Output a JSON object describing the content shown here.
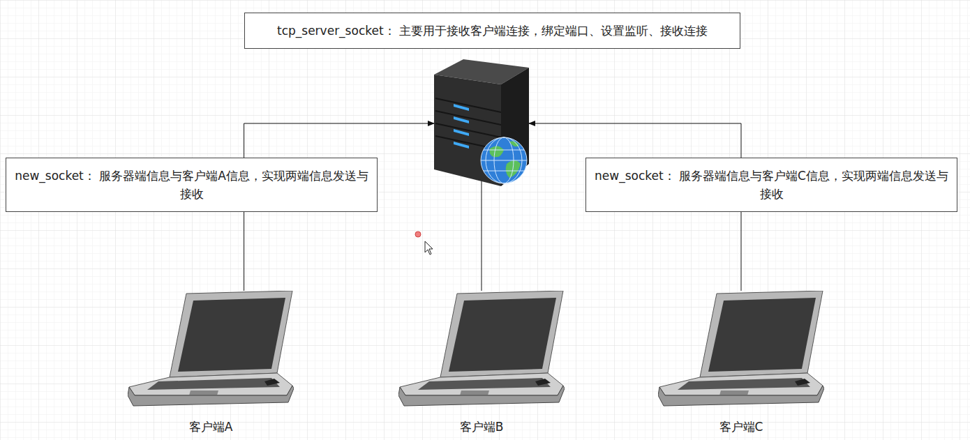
{
  "diagram": {
    "nodes": [
      {
        "text": [
          "tcp_server_socket： 主要用于接收客户端连接，绑定端口、设置监听、接收连接"
        ]
      },
      {
        "text": [
          "客户端A"
        ]
      },
      {
        "text": [
          "客户端B"
        ]
      },
      {
        "text": [
          "客户端C"
        ]
      }
    ],
    "edges": [
      {
        "from": 1,
        "to": 0,
        "arrow": "to",
        "label": "new_socket： 服务器端信息与客户端A信息，实现两端信息发送与接收"
      },
      {
        "from": 2,
        "to": 0,
        "arrow": "to"
      },
      {
        "from": 3,
        "to": 0,
        "arrow": "to",
        "label": "new_socket： 服务器端信息与客户端C信息，实现两端信息发送与接收"
      }
    ]
  }
}
